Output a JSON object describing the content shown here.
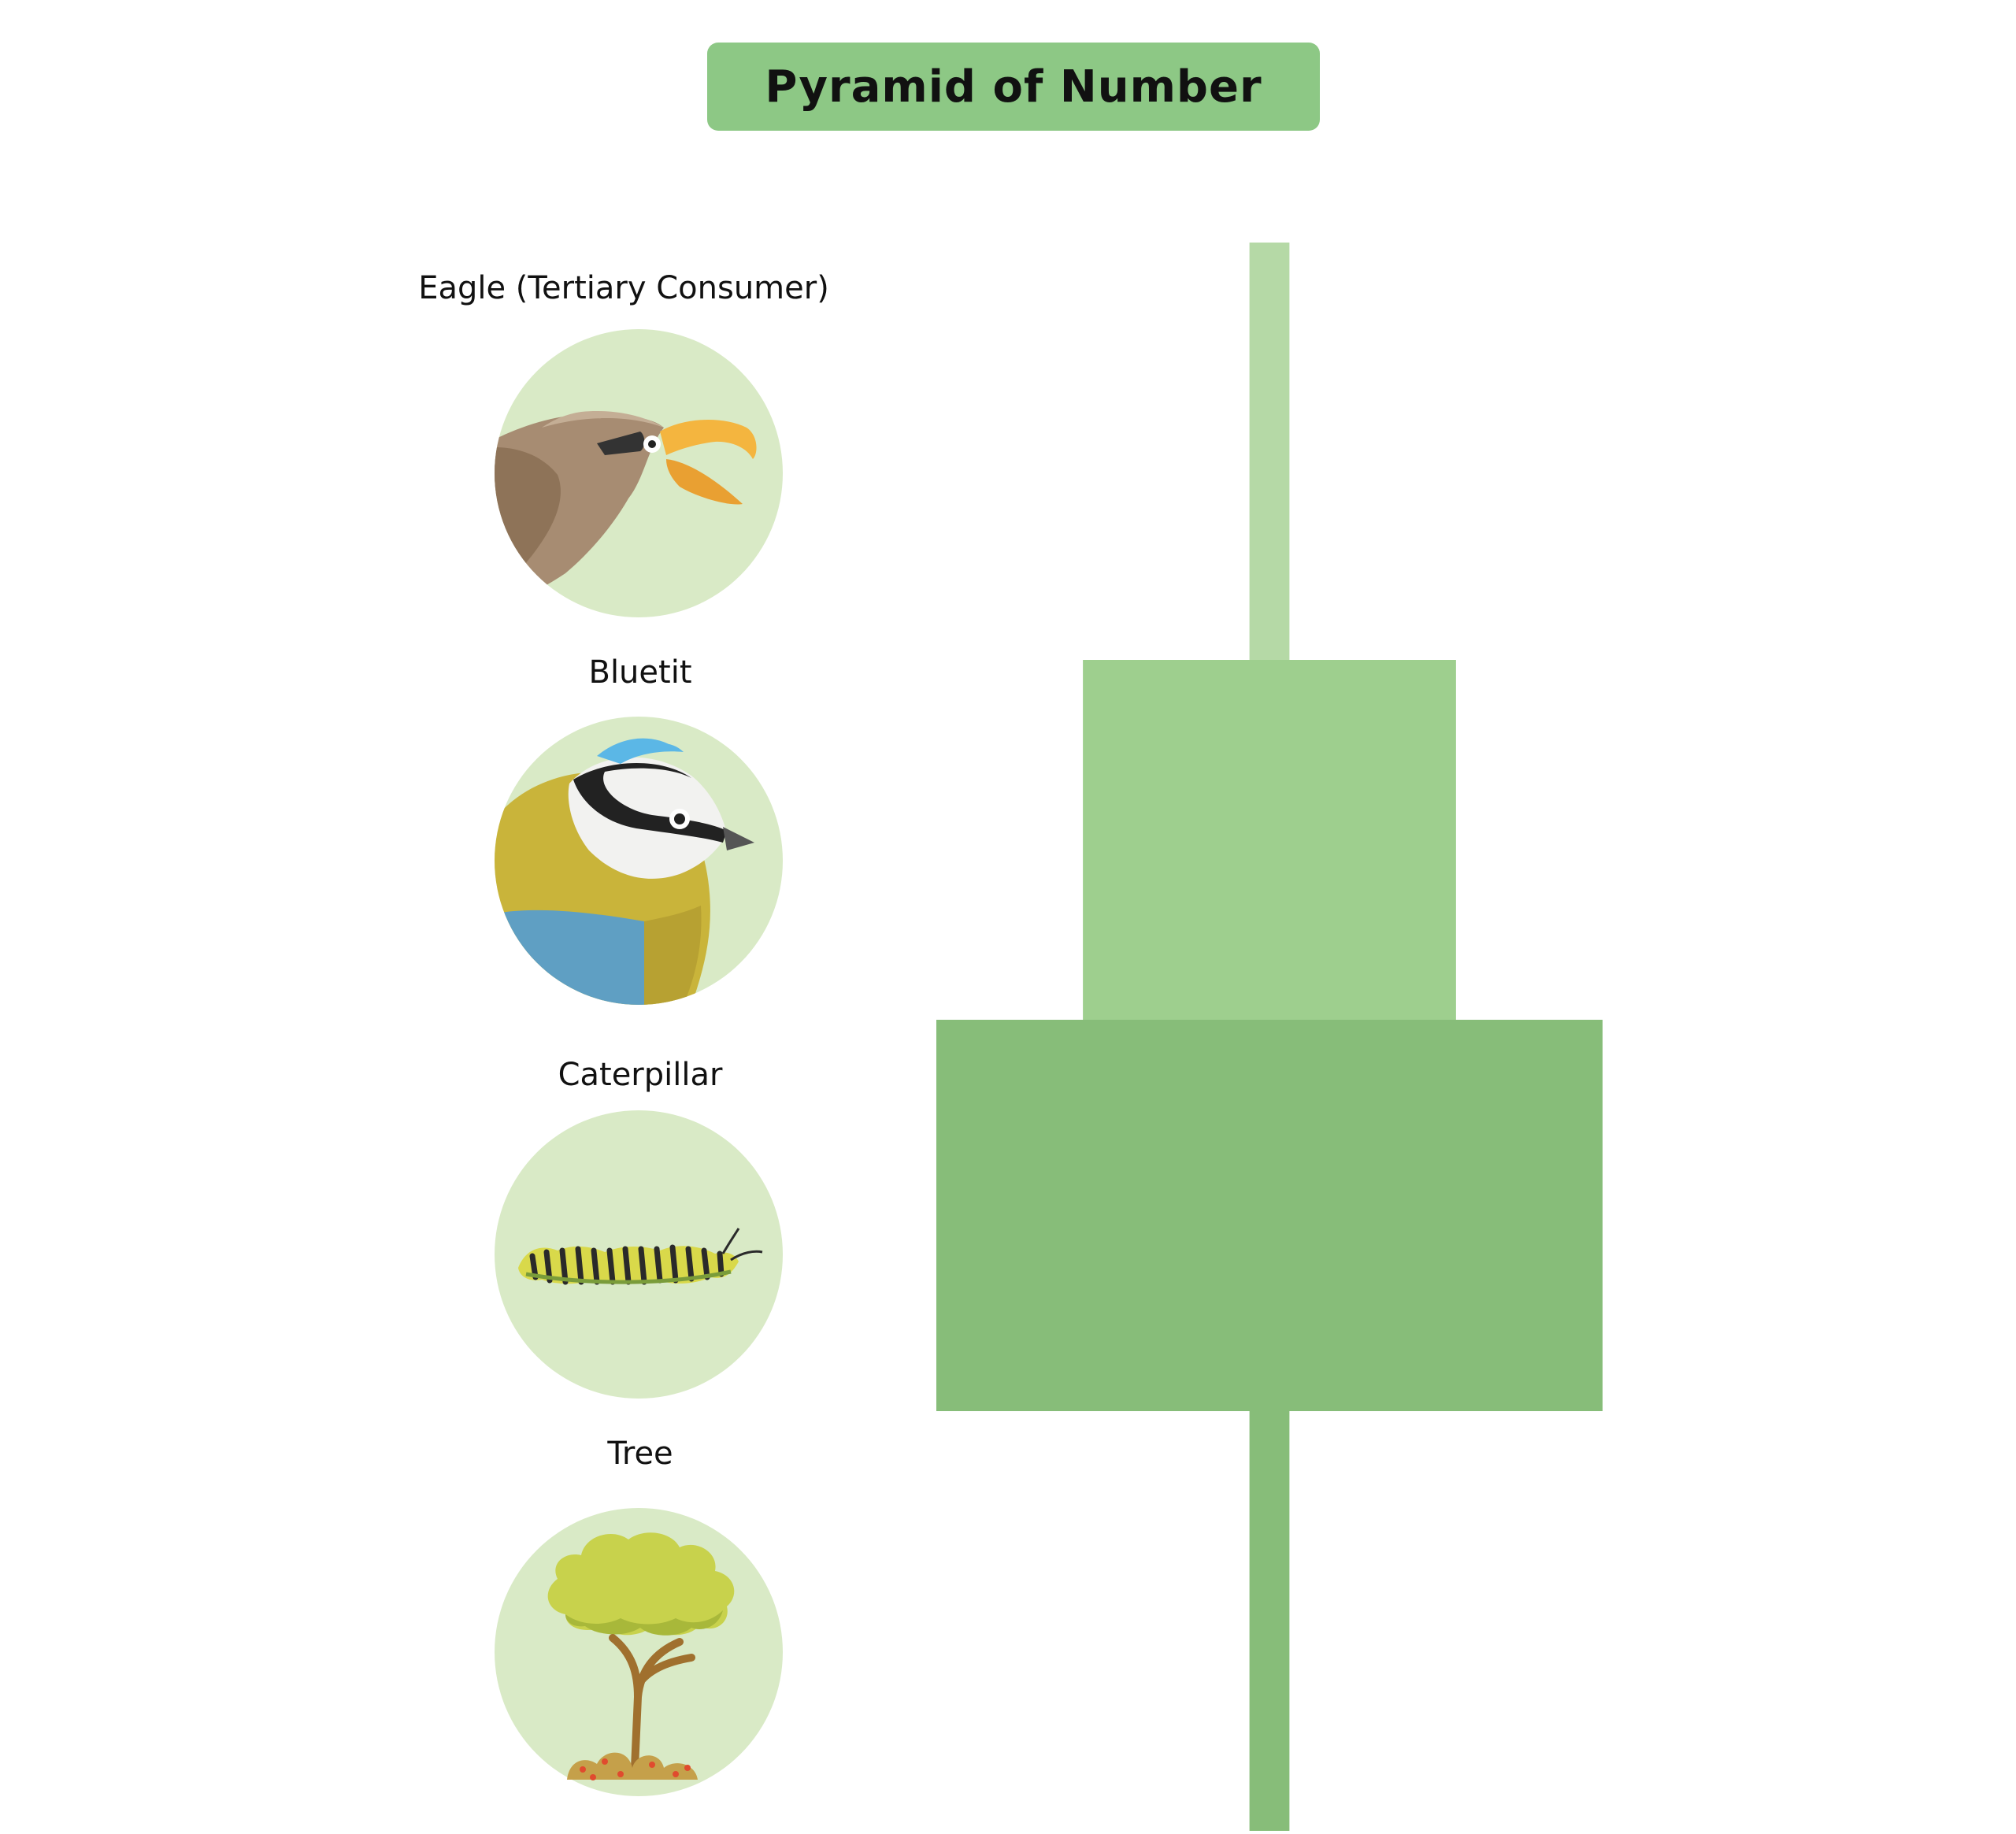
{
  "title": "Pyramid of Number",
  "colors": {
    "banner": "#8dc885",
    "circle_bg": "#d9eac6",
    "level_eagle": "#b5d9a6",
    "level_bluetit": "#9ecf8e",
    "level_caterpillar": "#87bd79",
    "level_tree": "#87bd79"
  },
  "levels": [
    {
      "label": "Eagle (Tertiary Consumer)",
      "icon": "eagle-icon",
      "relative_count": 0.06
    },
    {
      "label": "Bluetit",
      "icon": "bluetit-icon",
      "relative_count": 0.56
    },
    {
      "label": "Caterpillar",
      "icon": "caterpillar-icon",
      "relative_count": 1.0
    },
    {
      "label": "Tree",
      "icon": "tree-icon",
      "relative_count": 0.06
    }
  ]
}
